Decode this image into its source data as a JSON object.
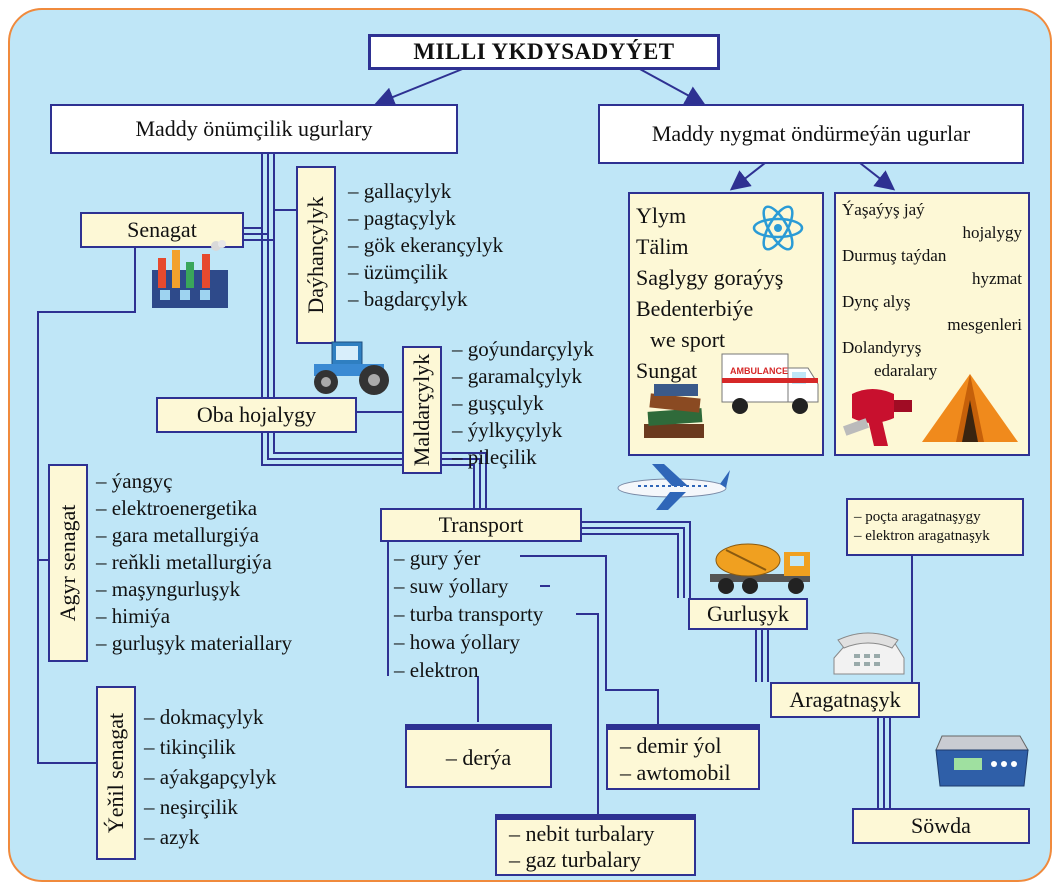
{
  "title": "MILLI YKDYSADYÝET",
  "left_branch": "Maddy önümçilik ugurlary",
  "right_branch": "Maddy nygmat öndürmeýän ugurlar",
  "senagat": "Senagat",
  "dayhancylyk": {
    "label": "Daýhançylyk",
    "items": [
      "– gallaçylyk",
      "– pagtaçylyk",
      "– gök ekerançylyk",
      "– üzümçilik",
      "– bagdarçylyk"
    ]
  },
  "maldarcylyk": {
    "label": "Maldarçylyk",
    "items": [
      "– goýundarçylyk",
      "– garamalçylyk",
      "– guşçulyk",
      "– ýylkyçylyk",
      "– pileçilik"
    ]
  },
  "oba_hojalygy": "Oba hojalygy",
  "agyr_senagat": {
    "label": "Agyr senagat",
    "items": [
      "– ýangyç",
      "– elektroenergetika",
      "– gara metallurgiýa",
      "– reňkli metallurgiýa",
      "– maşyngurluşyk",
      "– himiýa",
      "– gurluşyk materiallary"
    ]
  },
  "yenil_senagat": {
    "label": "Ýeňil senagat",
    "items": [
      "– dokmaçylyk",
      "– tikinçilik",
      "– aýakgapçylyk",
      "– neşirçilik",
      "– azyk"
    ]
  },
  "transport": {
    "label": "Transport",
    "items": [
      "– gury ýer",
      "– suw ýollary",
      "– turba transporty",
      "– howa ýollary",
      "– elektron"
    ]
  },
  "derya": "– derýa",
  "land": [
    "– demir ýol",
    "– awtomobil"
  ],
  "pipes": [
    "– nebit turbalary",
    "– gaz turbalary"
  ],
  "gurlusyk": "Gurluşyk",
  "aragatnasyk": "Aragatnaşyk",
  "aragat_items": [
    "– poçta aragatnaşygy",
    "– elektron aragatnaşyk"
  ],
  "sowda": "Söwda",
  "services_left": [
    "Ylym",
    "Tälim",
    "Saglygy goraýyş",
    "Bedenterbiýe",
    "we sport",
    "Sungat"
  ],
  "services_right": [
    "Ýaşaýyş jaý",
    "hojalygy",
    "Durmuş taýdan",
    "hyzmat",
    "Dynç alyş",
    "mesgenleri",
    "Dolandyryş",
    "edaralary"
  ],
  "ambulance_text": "AMBULANCE",
  "colors": {
    "frame": "#f08a3c",
    "background": "#bfe6f7",
    "box_border": "#2e3192",
    "box_fill": "#fdf8d6"
  },
  "icons": [
    "factory-icon",
    "tractor-icon",
    "atom-icon",
    "books-icon",
    "ambulance-icon",
    "hair-dryer-icon",
    "tent-icon",
    "airplane-icon",
    "concrete-mixer-icon",
    "telephone-icon",
    "scale-icon"
  ]
}
